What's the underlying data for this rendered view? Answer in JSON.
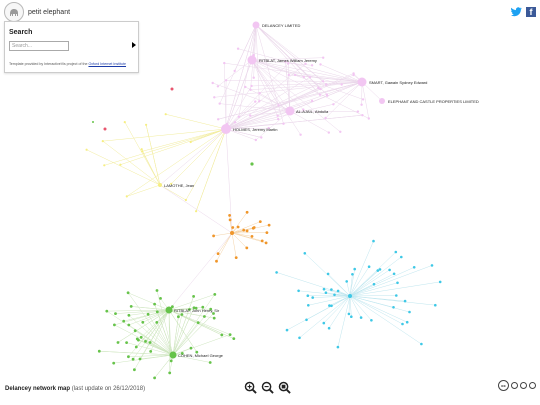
{
  "brand": {
    "name": "petit elephant"
  },
  "search": {
    "title": "Search",
    "placeholder": "Search...",
    "note_prefix": "Template provided by InteractiveVis project of the",
    "note_link": "Oxford Internet Institute"
  },
  "footer": {
    "title": "Delancey network map",
    "update": "(last update on 26/12/2018)"
  },
  "colors": {
    "pink": "#f2c6f2",
    "yellow": "#f6ee82",
    "orange": "#f0962a",
    "green": "#66c34a",
    "cyan": "#3ec8e6",
    "red": "#e8556e",
    "edge_pink": "#ead7ea",
    "edge_yellow": "#f2ec9c",
    "edge_orange": "#f3d3a9",
    "edge_green": "#cfe6c0",
    "edge_cyan": "#bfe6ef"
  },
  "icons": {
    "logo": "elephant-logo-icon",
    "twitter": "twitter-icon",
    "facebook": "facebook-icon",
    "zoom_in": "zoom-in-icon",
    "zoom_out": "zoom-out-icon",
    "zoom_reset": "zoom-reset-icon",
    "license": "creative-commons-icon"
  },
  "labels": [
    {
      "text": "DELANCEY LIMITED",
      "node": "delancey",
      "group": "pink"
    },
    {
      "text": "RITBLAT, James William Jeremy",
      "node": "ritblat_james",
      "group": "pink"
    },
    {
      "text": "SMART, Gawain Sydney Edward",
      "node": "smart",
      "group": "pink"
    },
    {
      "text": "ELEPHANT AND CASTLE PROPERTIES LIMITED",
      "node": "ecp",
      "group": "pink"
    },
    {
      "text": "AL-AJAIL, Abdulla",
      "node": "alajail",
      "group": "pink"
    },
    {
      "text": "HOLMES, Jeremy Martin",
      "node": "holmes",
      "group": "pink"
    },
    {
      "text": "LAMOTHE, Jean",
      "node": "lamothe",
      "group": "yellow"
    },
    {
      "text": "RITBLAT, John Henry, Sir",
      "node": "ritblat_john",
      "group": "green"
    },
    {
      "text": "COHEN, Michael George",
      "node": "cohen",
      "group": "green"
    }
  ]
}
